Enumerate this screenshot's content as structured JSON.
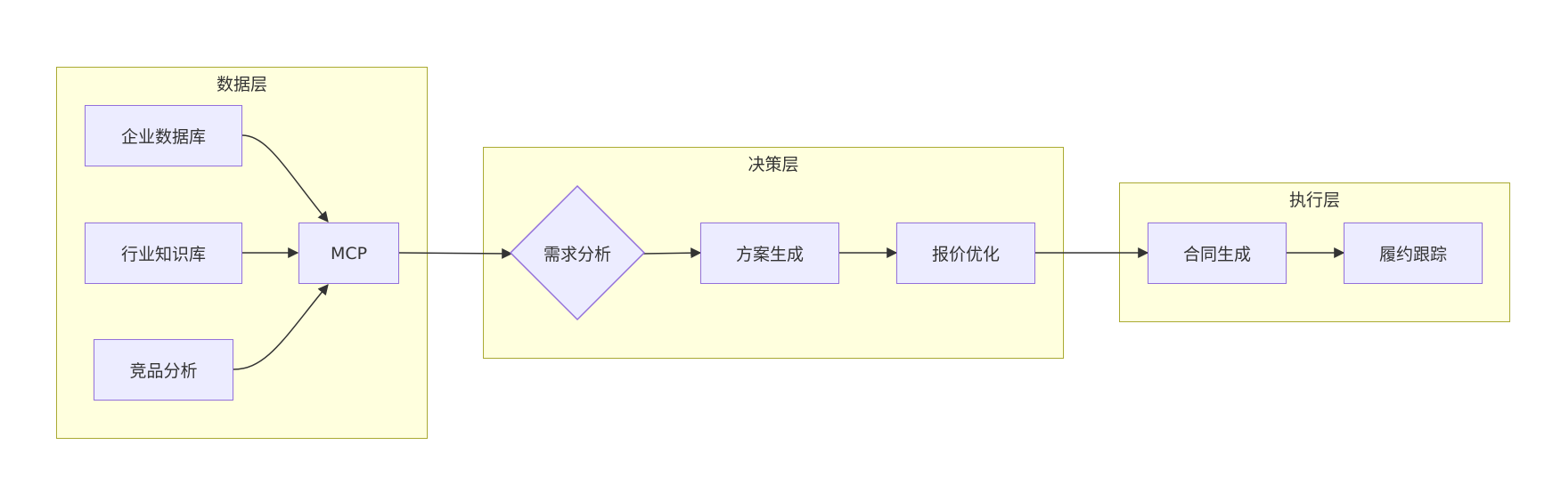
{
  "layers": {
    "data": {
      "title": "数据层"
    },
    "decision": {
      "title": "决策层"
    },
    "execution": {
      "title": "执行层"
    }
  },
  "nodes": {
    "enterprise_db": "企业数据库",
    "industry_kb": "行业知识库",
    "competitor_analysis": "竞品分析",
    "mcp": "MCP",
    "demand_analysis": "需求分析",
    "plan_generation": "方案生成",
    "quote_optimization": "报价优化",
    "contract_generation": "合同生成",
    "fulfillment_tracking": "履约跟踪"
  },
  "edges": [
    [
      "enterprise_db",
      "mcp"
    ],
    [
      "industry_kb",
      "mcp"
    ],
    [
      "competitor_analysis",
      "mcp"
    ],
    [
      "mcp",
      "demand_analysis"
    ],
    [
      "demand_analysis",
      "plan_generation"
    ],
    [
      "plan_generation",
      "quote_optimization"
    ],
    [
      "quote_optimization",
      "contract_generation"
    ],
    [
      "contract_generation",
      "fulfillment_tracking"
    ]
  ],
  "colors": {
    "layer_fill": "#ffffde",
    "layer_border": "#aaaa33",
    "node_fill": "#ececff",
    "node_border": "#9370db",
    "edge": "#333333"
  }
}
